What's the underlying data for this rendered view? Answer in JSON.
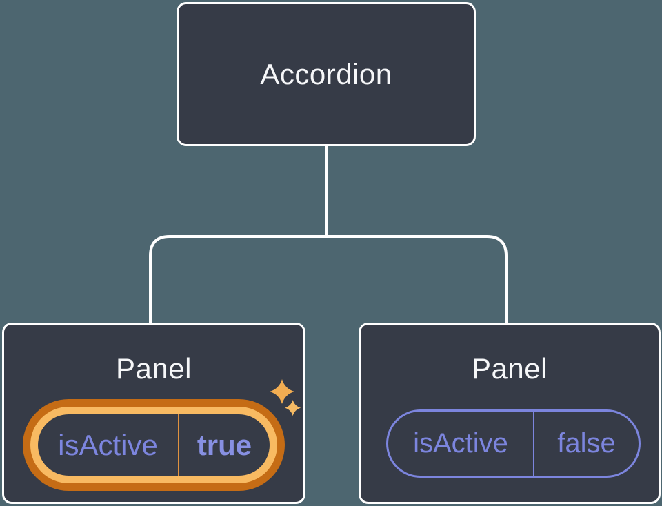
{
  "tree": {
    "root": {
      "label": "Accordion"
    },
    "children": [
      {
        "label": "Panel",
        "highlighted": true,
        "prop": {
          "name": "isActive",
          "value": "true"
        },
        "decoration": "sparkle-icon"
      },
      {
        "label": "Panel",
        "highlighted": false,
        "prop": {
          "name": "isActive",
          "value": "false"
        }
      }
    ]
  },
  "colors": {
    "background": "#4D6670",
    "node_fill": "#363B47",
    "node_border": "#FFFFFF",
    "connector": "#FFFFFF",
    "title_text": "#F6F7F9",
    "state_text": "#7C85DE",
    "state_value_active_text": "#8790E3",
    "highlight_ring_outer": "#C56C15",
    "highlight_ring_inner": "#F8BA62",
    "highlight_divider": "#E0923F",
    "sparkle_large": "#F2AD52",
    "sparkle_small": "#F5BA64"
  }
}
